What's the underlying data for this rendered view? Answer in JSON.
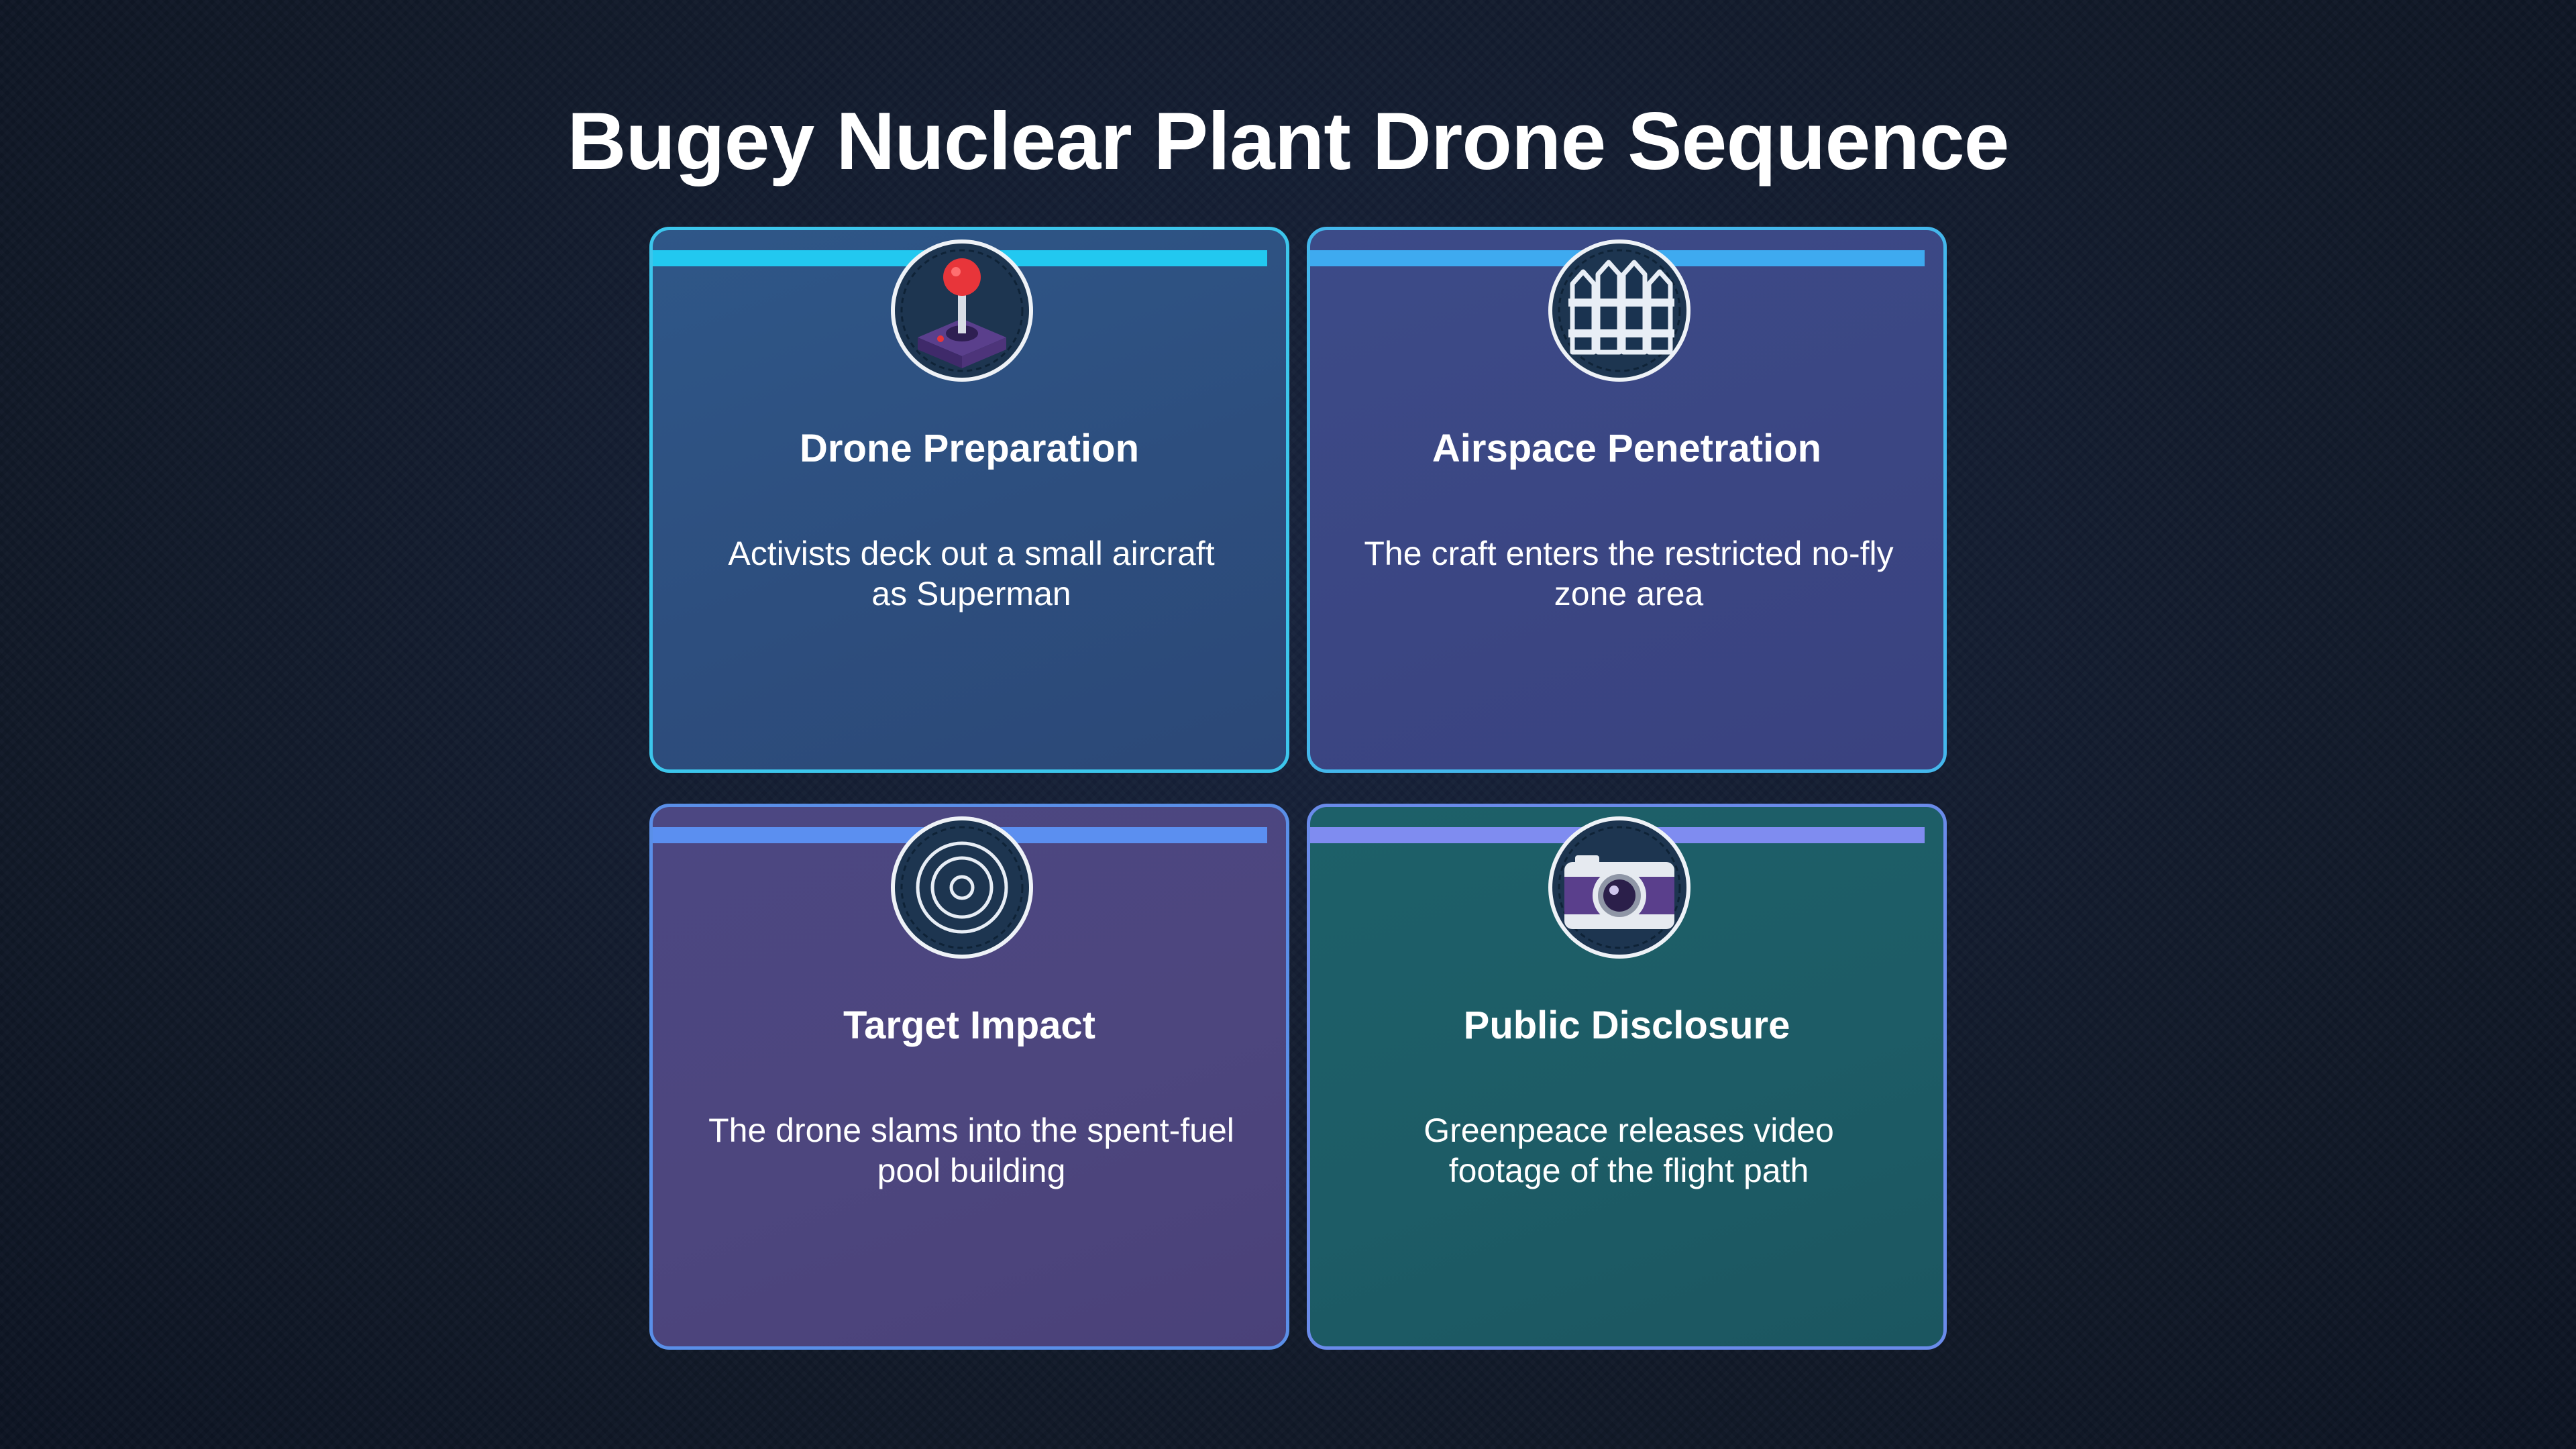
{
  "title": "Bugey Nuclear Plant Drone Sequence",
  "cards": [
    {
      "title": "Drone Preparation",
      "description": "Activists deck out a small aircraft as Superman",
      "icon": "joystick-icon",
      "bar_color": "#22c8f0"
    },
    {
      "title": "Airspace Penetration",
      "description": "The craft enters the restricted no-fly zone area",
      "icon": "fence-icon",
      "bar_color": "#3eaaf0"
    },
    {
      "title": "Target Impact",
      "description": "The drone slams into the spent-fuel pool building",
      "icon": "target-icon",
      "bar_color": "#5b8ff0"
    },
    {
      "title": "Public Disclosure",
      "description": "Greenpeace releases video footage of the flight path",
      "icon": "camera-icon",
      "bar_color": "#7f8cf0"
    }
  ]
}
